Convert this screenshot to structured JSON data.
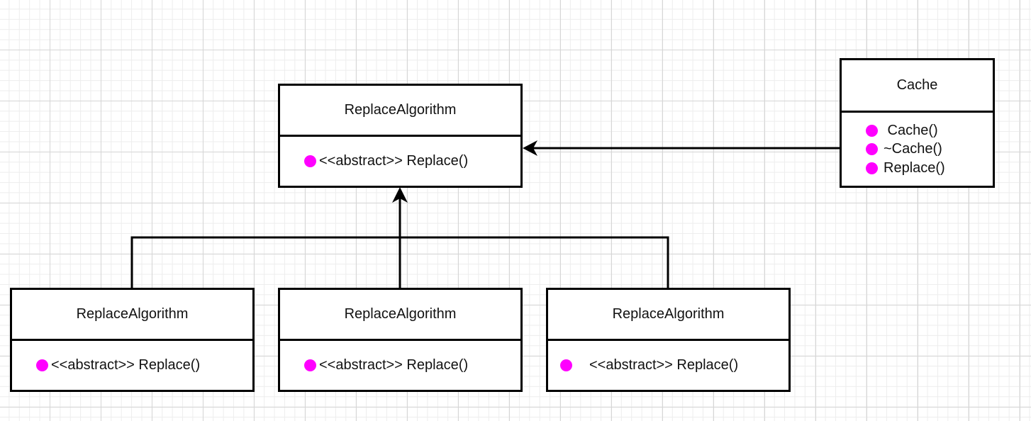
{
  "colors": {
    "method_marker": "#ff00ff",
    "border": "#000000",
    "grid": "#d6d6d6"
  },
  "classes": {
    "base": {
      "name": "ReplaceAlgorithm",
      "methods": [
        "<<abstract>> Replace()"
      ]
    },
    "cache": {
      "name": "Cache",
      "methods": [
        " Cache()",
        "~Cache()",
        "Replace()"
      ]
    },
    "sub1": {
      "name": "ReplaceAlgorithm",
      "methods": [
        "<<abstract>> Replace()"
      ]
    },
    "sub2": {
      "name": "ReplaceAlgorithm",
      "methods": [
        "<<abstract>> Replace()"
      ]
    },
    "sub3": {
      "name": "ReplaceAlgorithm",
      "methods": [
        "<<abstract>> Replace()"
      ]
    }
  },
  "relations": [
    {
      "type": "association",
      "from": "Cache",
      "to": "ReplaceAlgorithm"
    },
    {
      "type": "generalization",
      "from": "ReplaceAlgorithm subclasses",
      "to": "ReplaceAlgorithm"
    }
  ]
}
